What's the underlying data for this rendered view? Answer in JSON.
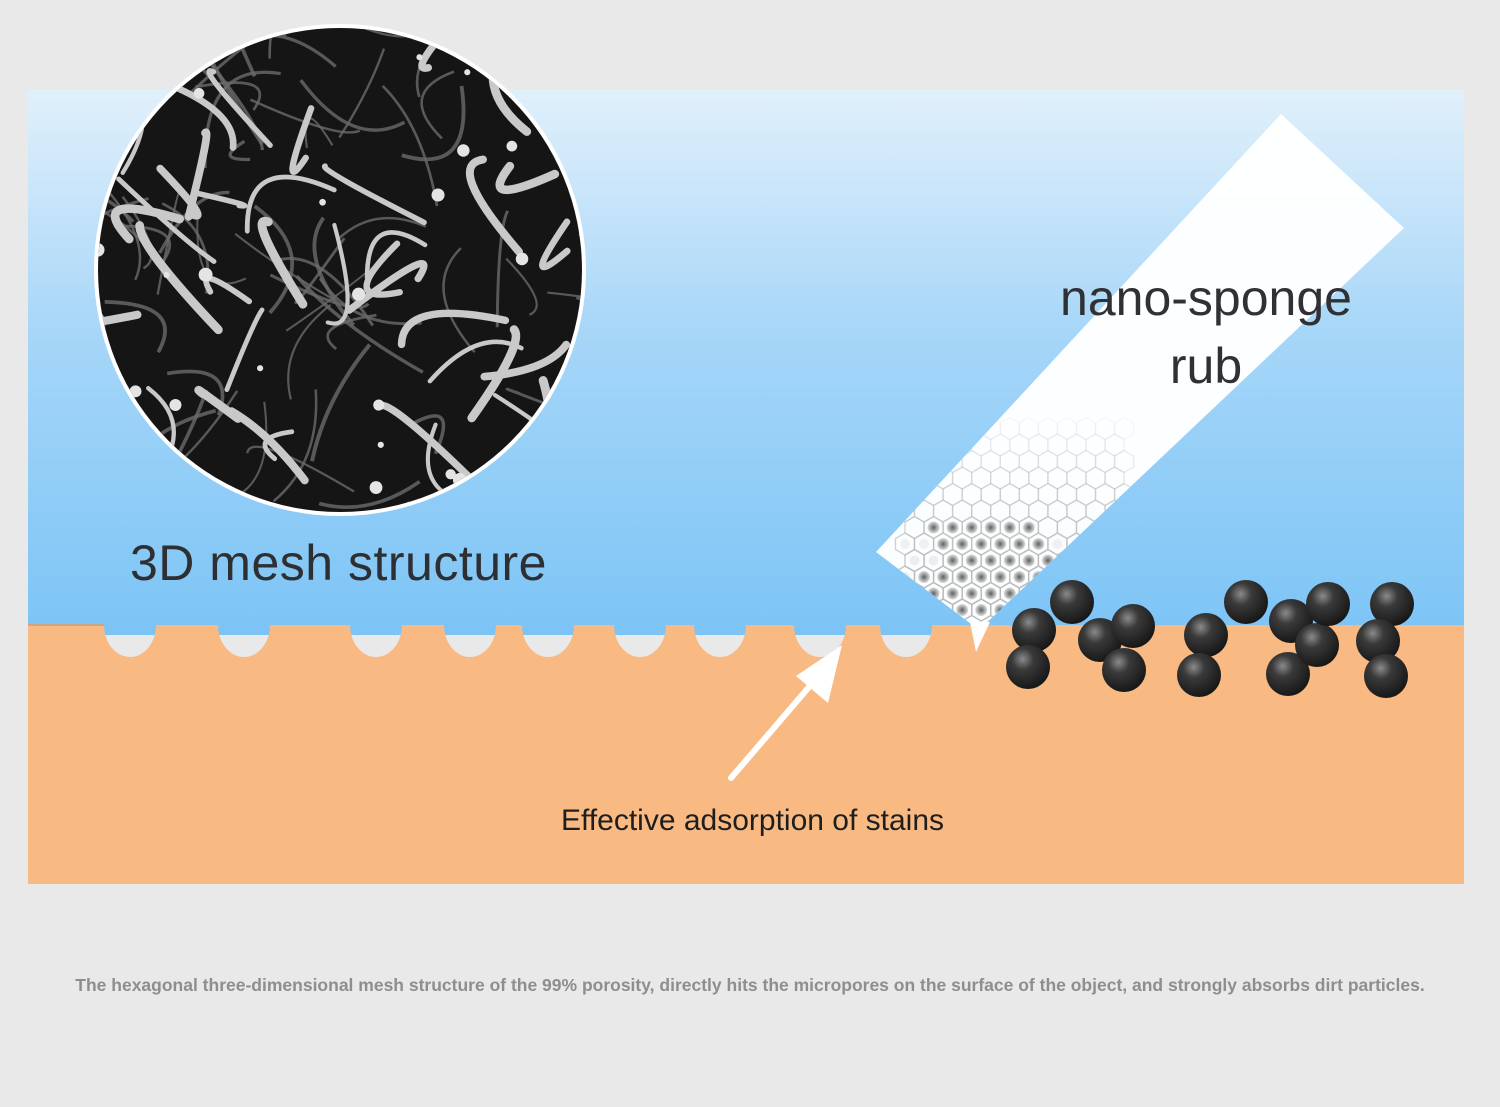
{
  "labels": {
    "mesh_structure": "3D mesh structure",
    "sponge_line1": "nano-sponge",
    "sponge_line2": "rub",
    "absorption": "Effective adsorption of stains"
  },
  "caption": "The hexagonal three-dimensional mesh structure of the 99% porosity, directly hits the micropores on the surface of the object, and strongly absorbs dirt particles.",
  "colors": {
    "sky_top": "#e1f0fb",
    "sky_bottom": "#7cc4f6",
    "surface": "#f8b982",
    "background": "#eae9e9",
    "particle": "#2a2a2a",
    "sponge": "#ffffff",
    "mesh_dark": "#151515",
    "mesh_fiber": "#c9c9c9"
  },
  "icons": {
    "mesh_photo": "mesh-micrograph-icon",
    "arrow": "arrow-up-right-icon",
    "particles": "dirt-particle-icon",
    "sponge": "sponge-icon"
  }
}
